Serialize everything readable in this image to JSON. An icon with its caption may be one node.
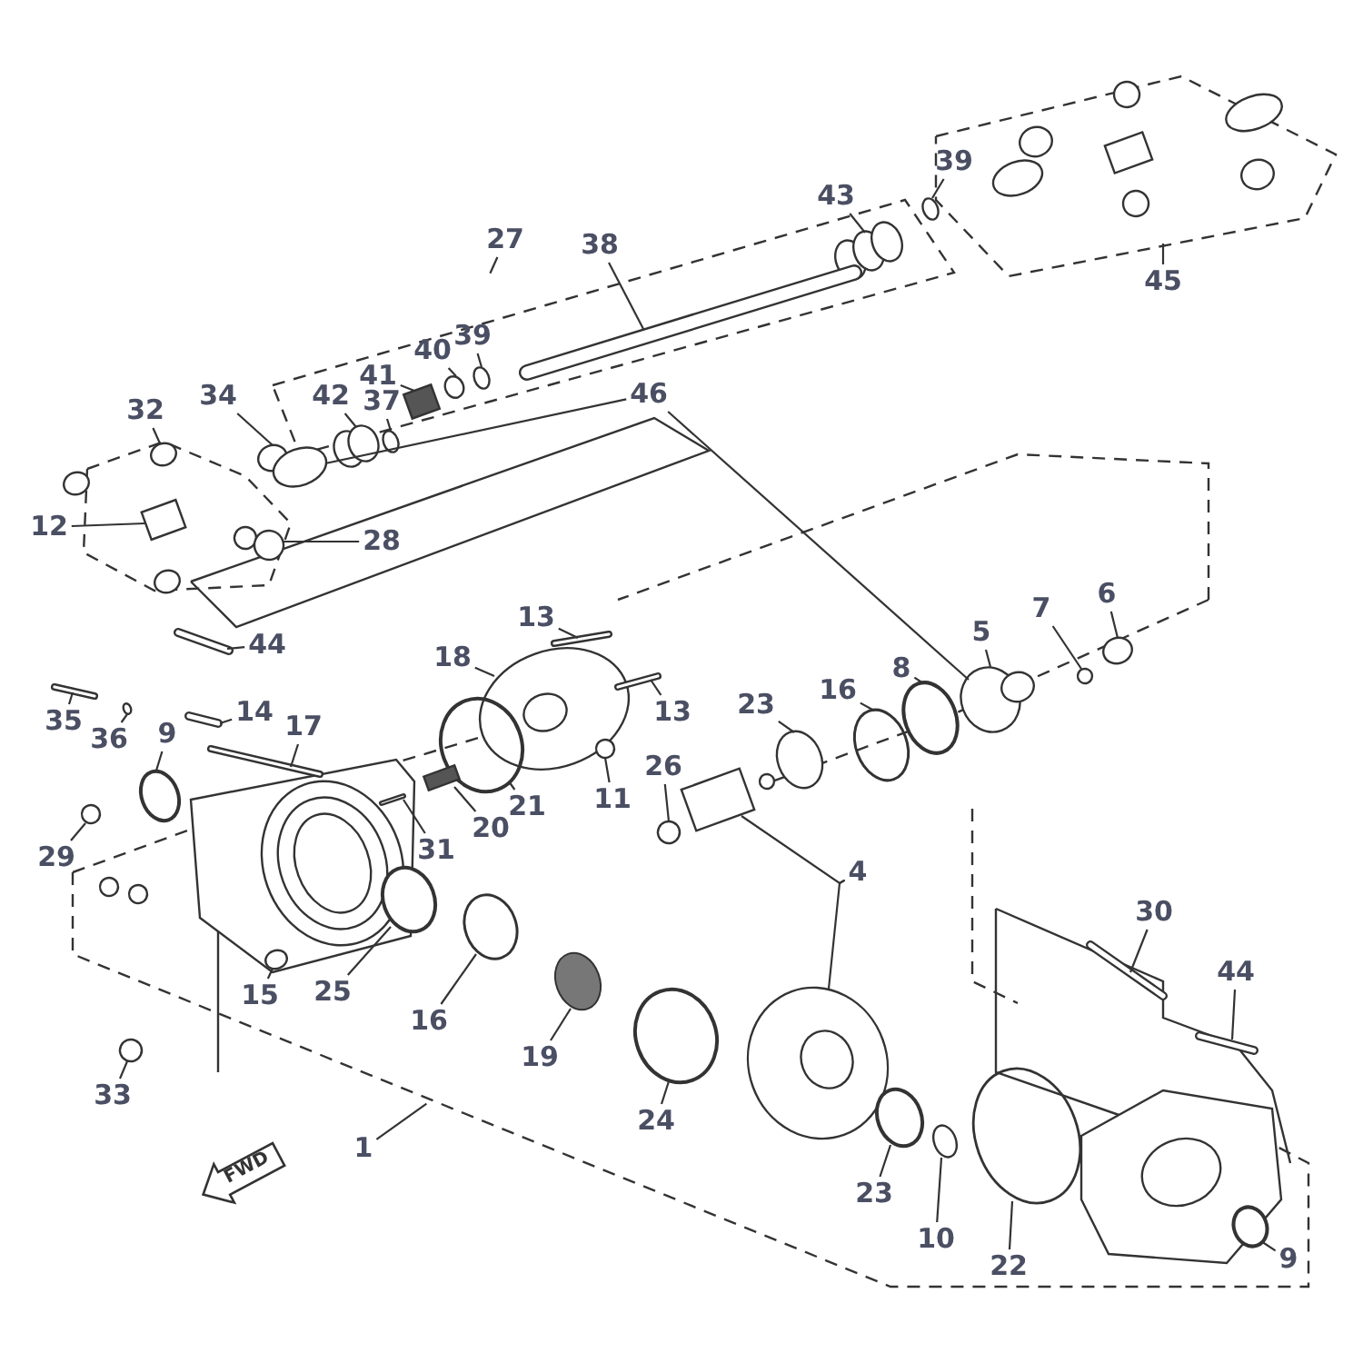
{
  "diagram": {
    "nodes": [
      {
        "text": [
          "39"
        ]
      },
      {
        "text": [
          "43"
        ]
      },
      {
        "text": [
          "27"
        ]
      },
      {
        "text": [
          "45"
        ]
      },
      {
        "text": [
          "38"
        ]
      },
      {
        "text": [
          "39"
        ]
      },
      {
        "text": [
          "40"
        ]
      },
      {
        "text": [
          "41"
        ]
      },
      {
        "text": [
          "46"
        ]
      },
      {
        "text": [
          "42"
        ]
      },
      {
        "text": [
          "37"
        ]
      },
      {
        "text": [
          "34"
        ]
      },
      {
        "text": [
          "32"
        ]
      },
      {
        "text": [
          "28"
        ]
      },
      {
        "text": [
          "12"
        ]
      },
      {
        "text": [
          "13"
        ]
      },
      {
        "text": [
          "5"
        ]
      },
      {
        "text": [
          "6"
        ]
      },
      {
        "text": [
          "7"
        ]
      },
      {
        "text": [
          "44"
        ]
      },
      {
        "text": [
          "18"
        ]
      },
      {
        "text": [
          "8"
        ]
      },
      {
        "text": [
          "16"
        ]
      },
      {
        "text": [
          "13"
        ]
      },
      {
        "text": [
          "14"
        ]
      },
      {
        "text": [
          "23"
        ]
      },
      {
        "text": [
          "35"
        ]
      },
      {
        "text": [
          "17"
        ]
      },
      {
        "text": [
          "36"
        ]
      },
      {
        "text": [
          "9"
        ]
      },
      {
        "text": [
          "26"
        ]
      },
      {
        "text": [
          "11"
        ]
      },
      {
        "text": [
          "21"
        ]
      },
      {
        "text": [
          "20"
        ]
      },
      {
        "text": [
          "31"
        ]
      },
      {
        "text": [
          "29"
        ]
      },
      {
        "text": [
          "4"
        ]
      },
      {
        "text": [
          "30"
        ]
      },
      {
        "text": [
          "44"
        ]
      },
      {
        "text": [
          "25"
        ]
      },
      {
        "text": [
          "15"
        ]
      },
      {
        "text": [
          "16"
        ]
      },
      {
        "text": [
          "19"
        ]
      },
      {
        "text": [
          "33"
        ]
      },
      {
        "text": [
          "24"
        ]
      },
      {
        "text": [
          "1"
        ]
      },
      {
        "text": [
          "23"
        ]
      },
      {
        "text": [
          "10"
        ]
      },
      {
        "text": [
          "9"
        ]
      },
      {
        "text": [
          "22"
        ]
      },
      {
        "text": [],
        "shape": "circle"
      },
      {
        "text": [],
        "shape": "circle"
      },
      {
        "text": [],
        "shape": "bar"
      },
      {
        "text": [],
        "shape": "circle"
      },
      {
        "text": [],
        "shape": "circle"
      },
      {
        "text": [],
        "shape": "box"
      },
      {
        "text": [],
        "shape": "circle"
      },
      {
        "text": [],
        "shape": "circle"
      },
      {
        "text": [],
        "shape": "circle"
      },
      {
        "text": [],
        "shape": "circle"
      },
      {
        "text": [],
        "shape": "circle"
      },
      {
        "text": [],
        "shape": "circle"
      },
      {
        "text": [],
        "shape": "box"
      },
      {
        "text": [],
        "shape": "bar"
      },
      {
        "text": [],
        "shape": "circle"
      },
      {
        "text": [],
        "shape": "circle"
      },
      {
        "text": [],
        "shape": "bar"
      },
      {
        "text": [],
        "shape": "circle"
      },
      {
        "text": [],
        "shape": "circle"
      },
      {
        "text": [],
        "shape": "circle"
      },
      {
        "text": [],
        "shape": "bar"
      },
      {
        "text": [],
        "shape": "bar"
      },
      {
        "text": [],
        "shape": "circle"
      },
      {
        "text": [],
        "shape": "bar"
      },
      {
        "text": [],
        "shape": "bar"
      },
      {
        "text": [],
        "shape": "circle"
      },
      {
        "text": [],
        "shape": "circle"
      },
      {
        "text": [],
        "shape": "circle"
      },
      {
        "text": [],
        "shape": "circle"
      },
      {
        "text": [],
        "shape": "circle"
      },
      {
        "text": [],
        "shape": "box"
      },
      {
        "text": [],
        "shape": "bar"
      },
      {
        "text": [],
        "shape": "circle"
      },
      {
        "text": [],
        "shape": "box"
      },
      {
        "text": [],
        "shape": "circle"
      },
      {
        "text": [],
        "shape": "bar"
      },
      {
        "text": [],
        "shape": "bar"
      },
      {
        "text": [],
        "shape": "circle"
      },
      {
        "text": [],
        "shape": "circle"
      },
      {
        "text": [],
        "shape": "circle"
      },
      {
        "text": [],
        "shape": "circle"
      },
      {
        "text": [],
        "shape": "circle"
      },
      {
        "text": [],
        "shape": "circle"
      },
      {
        "text": [],
        "shape": "circle"
      },
      {
        "text": [],
        "shape": "circle"
      },
      {
        "text": [],
        "shape": "circle"
      },
      {
        "text": [],
        "shape": "circle"
      }
    ],
    "edges": [
      {
        "from": 0,
        "to": 50,
        "arrow": "none"
      },
      {
        "from": 1,
        "to": 51,
        "arrow": "none"
      },
      {
        "from": 2,
        "to": null,
        "arrow": "none"
      },
      {
        "from": 3,
        "to": null,
        "arrow": "none"
      },
      {
        "from": 4,
        "to": 52,
        "arrow": "none"
      },
      {
        "from": 5,
        "to": 53,
        "arrow": "none"
      },
      {
        "from": 6,
        "to": 54,
        "arrow": "none"
      },
      {
        "from": 7,
        "to": 55,
        "arrow": "none"
      },
      {
        "from": 8,
        "to": 56,
        "arrow": "none"
      },
      {
        "from": 8,
        "to": 57,
        "arrow": "none"
      },
      {
        "from": 9,
        "to": 58,
        "arrow": "none"
      },
      {
        "from": 10,
        "to": 59,
        "arrow": "none"
      },
      {
        "from": 11,
        "to": 56,
        "arrow": "none"
      },
      {
        "from": 12,
        "to": 60,
        "arrow": "none"
      },
      {
        "from": 13,
        "to": 61,
        "arrow": "none"
      },
      {
        "from": 14,
        "to": 62,
        "arrow": "none"
      },
      {
        "from": 15,
        "to": 63,
        "arrow": "none"
      },
      {
        "from": 16,
        "to": 57,
        "arrow": "none"
      },
      {
        "from": 17,
        "to": 64,
        "arrow": "none"
      },
      {
        "from": 18,
        "to": 65,
        "arrow": "none"
      },
      {
        "from": 19,
        "to": 66,
        "arrow": "none"
      },
      {
        "from": 20,
        "to": 67,
        "arrow": "none"
      },
      {
        "from": 21,
        "to": 68,
        "arrow": "none"
      },
      {
        "from": 22,
        "to": 69,
        "arrow": "none"
      },
      {
        "from": 23,
        "to": 70,
        "arrow": "none"
      },
      {
        "from": 24,
        "to": 71,
        "arrow": "none"
      },
      {
        "from": 25,
        "to": 72,
        "arrow": "none"
      },
      {
        "from": 26,
        "to": 73,
        "arrow": "none"
      },
      {
        "from": 27,
        "to": 74,
        "arrow": "none"
      },
      {
        "from": 28,
        "to": 75,
        "arrow": "none"
      },
      {
        "from": 29,
        "to": 76,
        "arrow": "none"
      },
      {
        "from": 30,
        "to": 77,
        "arrow": "none"
      },
      {
        "from": 31,
        "to": 78,
        "arrow": "none"
      },
      {
        "from": 32,
        "to": 79,
        "arrow": "none"
      },
      {
        "from": 33,
        "to": 80,
        "arrow": "none"
      },
      {
        "from": 34,
        "to": 81,
        "arrow": "none"
      },
      {
        "from": 35,
        "to": 82,
        "arrow": "none"
      },
      {
        "from": 36,
        "to": 83,
        "arrow": "none"
      },
      {
        "from": 36,
        "to": 84,
        "arrow": "none"
      },
      {
        "from": 37,
        "to": 85,
        "arrow": "none"
      },
      {
        "from": 38,
        "to": 86,
        "arrow": "none"
      },
      {
        "from": 39,
        "to": 87,
        "arrow": "none"
      },
      {
        "from": 40,
        "to": 88,
        "arrow": "none"
      },
      {
        "from": 41,
        "to": 89,
        "arrow": "none"
      },
      {
        "from": 42,
        "to": 90,
        "arrow": "none"
      },
      {
        "from": 43,
        "to": 91,
        "arrow": "none"
      },
      {
        "from": 44,
        "to": 92,
        "arrow": "none"
      },
      {
        "from": 45,
        "to": null,
        "arrow": "none"
      },
      {
        "from": 46,
        "to": 93,
        "arrow": "none"
      },
      {
        "from": 47,
        "to": 94,
        "arrow": "none"
      },
      {
        "from": 48,
        "to": 95,
        "arrow": "none"
      },
      {
        "from": 49,
        "to": 96,
        "arrow": "none"
      }
    ],
    "labels": [
      "FWD"
    ]
  }
}
